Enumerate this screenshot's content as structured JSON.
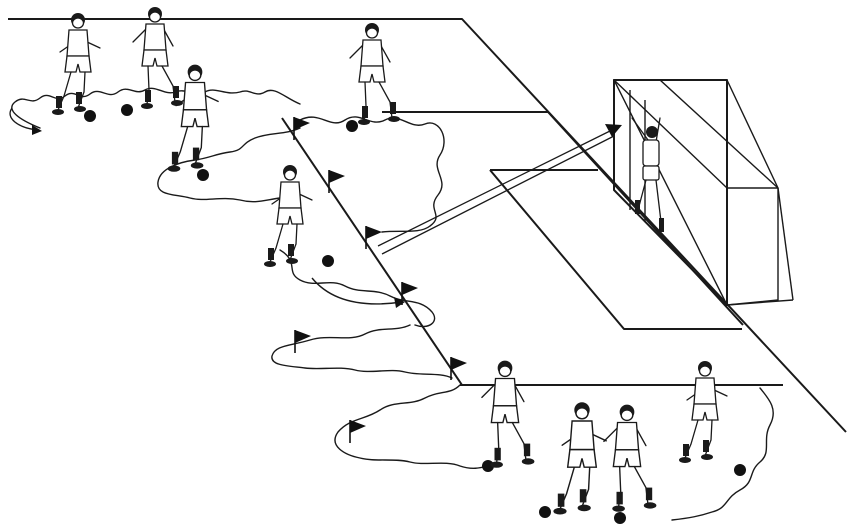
{
  "diagram": {
    "kind": "soccer dribbling and shooting drill",
    "colors": {
      "ink": "#1a1a1a",
      "paper": "#ffffff"
    },
    "icons": [
      "goal-icon",
      "flag-icon",
      "ball-icon",
      "player-icon",
      "shot-arrow-icon",
      "dribble-path-icon"
    ],
    "flag_count": 7,
    "ball_count": 9,
    "player_count": 10
  }
}
